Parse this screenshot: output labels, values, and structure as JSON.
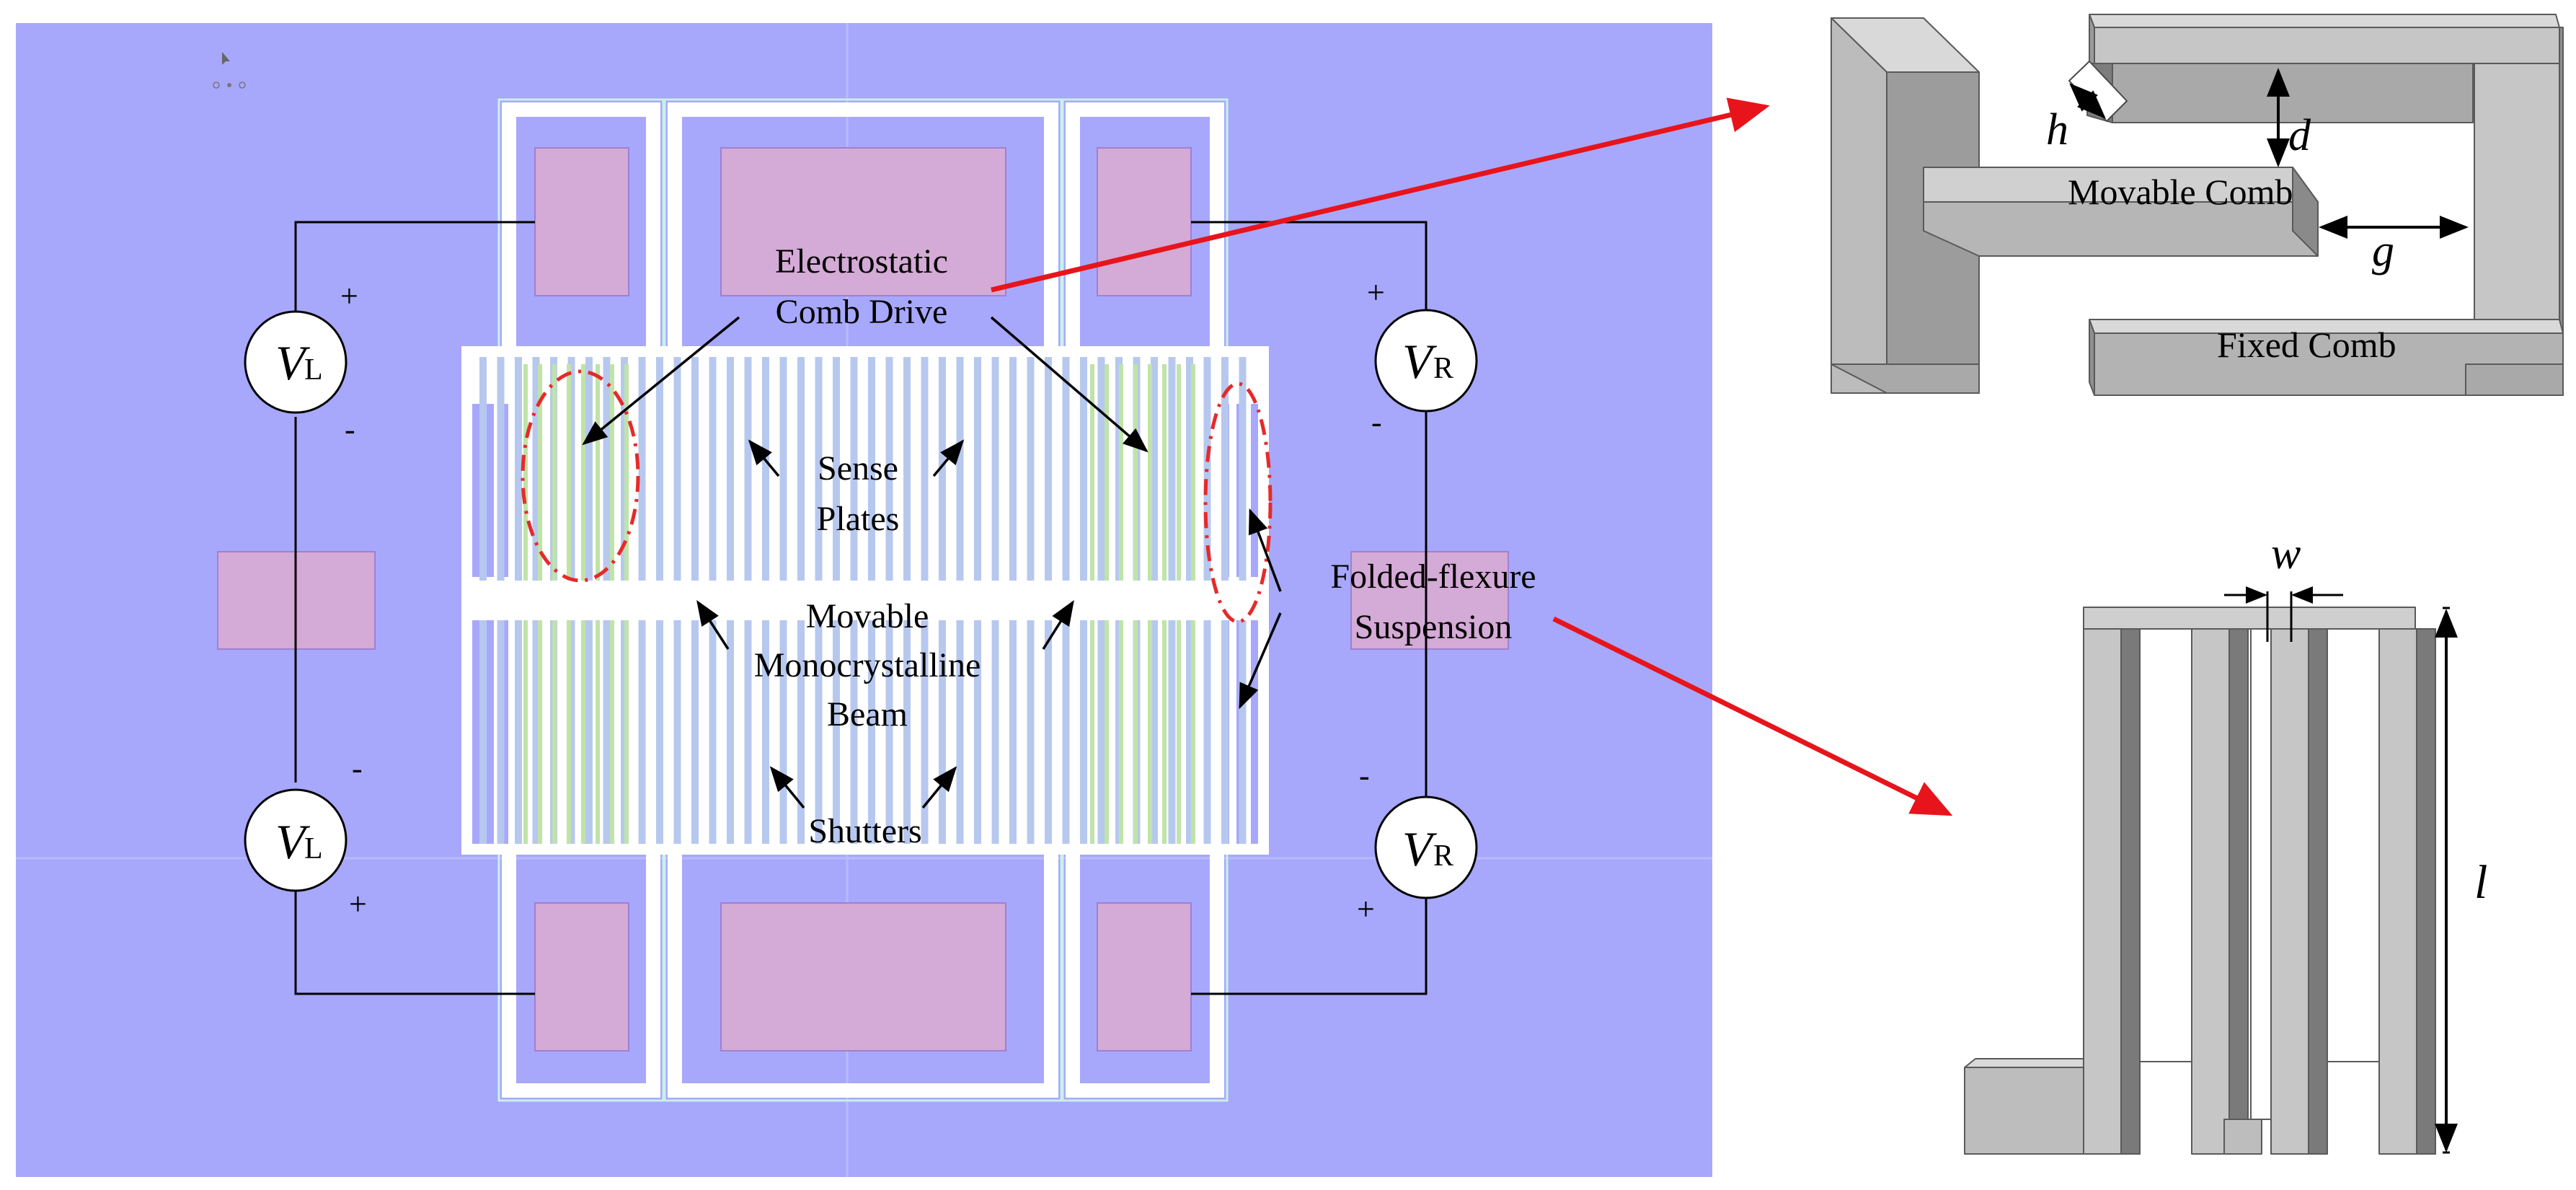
{
  "layout_labels": {
    "comb_drive_line1": "Electrostatic",
    "comb_drive_line2": "Comb Drive",
    "sense_line1": "Sense",
    "sense_line2": "Plates",
    "beam_line1": "Movable",
    "beam_line2": "Monocrystalline",
    "beam_line3": "Beam",
    "shutters": "Shutters",
    "flexure_line1": "Folded-flexure",
    "flexure_line2": "Suspension"
  },
  "sources": {
    "left_top": {
      "symbol": "V",
      "subscript": "L",
      "top_sign": "+",
      "bottom_sign": "-"
    },
    "left_bottom": {
      "symbol": "V",
      "subscript": "L",
      "top_sign": "-",
      "bottom_sign": "+"
    },
    "right_top": {
      "symbol": "V",
      "subscript": "R",
      "top_sign": "+",
      "bottom_sign": "-"
    },
    "right_bottom": {
      "symbol": "V",
      "subscript": "R",
      "top_sign": "-",
      "bottom_sign": "+"
    }
  },
  "comb_detail": {
    "movable": "Movable Comb",
    "fixed": "Fixed Comb",
    "dim_h": "h",
    "dim_d": "d",
    "dim_g": "g"
  },
  "flexure_detail": {
    "dim_w": "w",
    "dim_l": "l"
  },
  "colors": {
    "substrate": "#a7a8fc",
    "pad": "#d4aad6",
    "structure": "#ffffff",
    "finger": "#b7c8ef",
    "arrow_red": "#e8141b",
    "ellipse_red": "#e52a2a",
    "grey_light": "#c6c6c6",
    "grey_mid": "#a9a9a9",
    "grey_dark": "#7a7a7a"
  }
}
